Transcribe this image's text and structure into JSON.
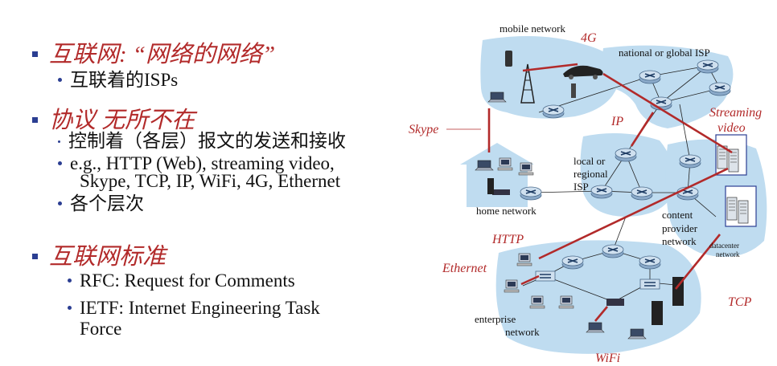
{
  "bullets": {
    "internet_heading": "互联网: “网络的网络”",
    "internet_sub": "互联着的ISPs",
    "protocols_heading": "协议 无所不在",
    "protocols_sub1": "控制着（各层）报文的发送和接收",
    "protocols_sub2_line1": "e.g., HTTP (Web), streaming video,",
    "protocols_sub2_line2": "Skype, TCP, IP, WiFi, 4G, Ethernet",
    "protocols_sub3": "各个层次",
    "standards_heading": "互联网标准",
    "standards_sub1": "RFC: Request for Comments",
    "standards_sub2_line1": "IETF: Internet Engineering Task",
    "standards_sub2_line2": "Force"
  },
  "diagram": {
    "mobile_network": "mobile network",
    "national_isp": "national or global ISP",
    "local_isp_1": "local or",
    "local_isp_2": "regional",
    "local_isp_3": "ISP",
    "home_network": "home network",
    "content_provider_1": "content",
    "content_provider_2": "provider",
    "content_provider_3": "network",
    "datacenter_1": "datacenter",
    "datacenter_2": "network",
    "enterprise_1": "enterprise",
    "enterprise_2": "network",
    "tag_4g": "4G",
    "tag_skype": "Skype",
    "tag_ip": "IP",
    "tag_streaming_1": "Streaming",
    "tag_streaming_2": "video",
    "tag_http": "HTTP",
    "tag_ethernet": "Ethernet",
    "tag_tcp": "TCP",
    "tag_wifi": "WiFi"
  },
  "colors": {
    "accent_red": "#b22a2a",
    "bullet_blue": "#2b3e92",
    "cloud_blue": "#bfdcf0"
  }
}
